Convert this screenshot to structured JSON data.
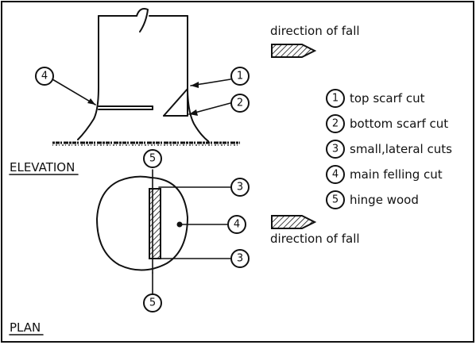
{
  "elevation": {
    "title": "ELEVATION",
    "callouts": [
      {
        "num": "4"
      },
      {
        "num": "1"
      },
      {
        "num": "2"
      }
    ]
  },
  "plan": {
    "title": "PLAN",
    "callouts": [
      {
        "num": "5"
      },
      {
        "num": "3"
      },
      {
        "num": "4"
      },
      {
        "num": "3"
      },
      {
        "num": "5"
      }
    ]
  },
  "direction": {
    "top_label": "direction of fall",
    "middle_label": "direction of fall"
  },
  "legend": [
    {
      "num": "1",
      "label": "top scarf cut"
    },
    {
      "num": "2",
      "label": "bottom scarf cut"
    },
    {
      "num": "3",
      "label": "small,lateral cuts"
    },
    {
      "num": "4",
      "label": "main felling cut"
    },
    {
      "num": "5",
      "label": "hinge wood"
    }
  ],
  "colors": {
    "ink": "#111111",
    "paper": "#ffffff"
  }
}
